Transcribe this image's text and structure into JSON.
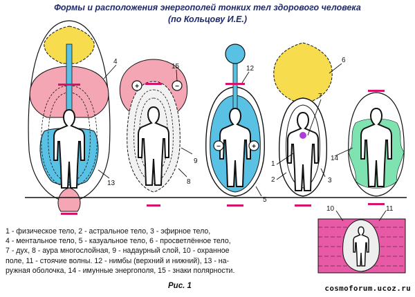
{
  "title": "Формы и расположения энергополей тонких тел здорового человека",
  "subtitle": "(по Кольцову И.Е.)",
  "legend_lines": [
    "1 - физическое тело, 2 - астральное тело, 3 - эфирное тело,",
    "4 - ментальное тело, 5 - казуальное тело, 6 - просветлённое тело,",
    "7 - дух, 8 - аура многослойная, 9 - надаурный слой, 10 - охранное",
    "поле, 11 - стоячие волны. 12 - нимбы (верхний и нижний), 13 - на-",
    "ружная оболочка, 14 - имунные энергополя, 15 - знаки полярности."
  ],
  "caption": "Рис. 1",
  "watermark": "cosmoforum.ucoz.ru",
  "callouts": [
    "4",
    "15",
    "12",
    "6",
    "7",
    "9",
    "8",
    "13",
    "1",
    "2",
    "3",
    "14",
    "5",
    "10",
    "11"
  ],
  "polarity_signs": [
    "+",
    "−"
  ],
  "colors": {
    "mental": "#f4a6b4",
    "causal": "#58c1e4",
    "enlightened": "#f7dd4e",
    "immune": "#7fe3b1",
    "field": "#e85aa6",
    "spirit": "#b03cd8",
    "nimbus": "#d8126a",
    "title": "#1f2a6b"
  }
}
